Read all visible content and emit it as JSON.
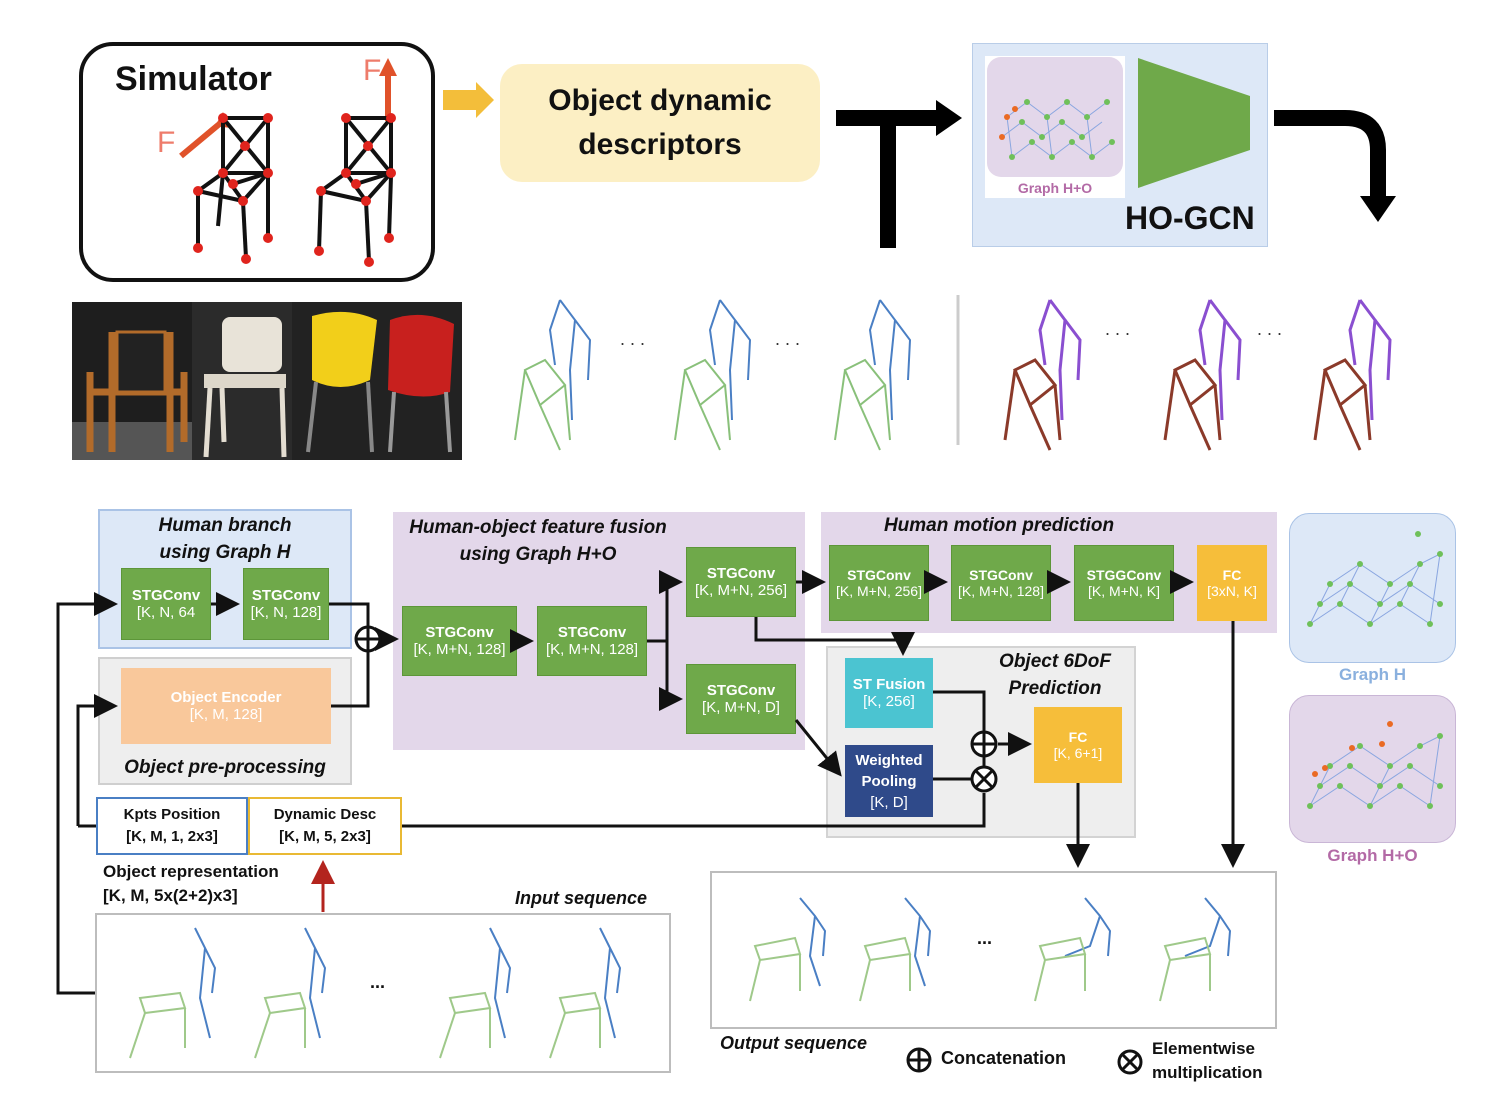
{
  "top": {
    "simulator_title": "Simulator",
    "force_label_left": "F",
    "force_label_right": "F",
    "descriptors_label_line1": "Object dynamic",
    "descriptors_label_line2": "descriptors",
    "graph_ho_inset_label": "Graph H+O",
    "hogcn_label": "HO-GCN",
    "ellipsis": ". . ."
  },
  "human_branch": {
    "title_line1": "Human branch",
    "title_line2": "using Graph H",
    "block1": {
      "name": "STGConv",
      "shape": "[K, N, 64"
    },
    "block2": {
      "name": "STGConv",
      "shape": "[K, N, 128]"
    }
  },
  "preprocessing": {
    "encoder_name": "Object Encoder",
    "encoder_shape": "[K, M, 128]",
    "title": "Object pre-processing"
  },
  "object_repr": {
    "kpts_name": "Kpts Position",
    "kpts_shape": "[K, M, 1, 2x3]",
    "dyn_name": "Dynamic Desc",
    "dyn_shape": "[K, M, 5, 2x3]",
    "label_line1": "Object representation",
    "label_line2": "[K, M, 5x(2+2)x3]"
  },
  "fusion": {
    "title_line1": "Human-object feature fusion",
    "title_line2": "using Graph H+O",
    "block1": {
      "name": "STGConv",
      "shape": "[K, M+N, 128]"
    },
    "block2": {
      "name": "STGConv",
      "shape": "[K, M+N, 128]"
    },
    "block3": {
      "name": "STGConv",
      "shape": "[K, M+N, 256]"
    },
    "block4": {
      "name": "STGConv",
      "shape": "[K, M+N, D]"
    }
  },
  "motion": {
    "title": "Human motion prediction",
    "block1": {
      "name": "STGConv",
      "shape": "[K, M+N, 256]"
    },
    "block2": {
      "name": "STGConv",
      "shape": "[K, M+N, 128]"
    },
    "block3": {
      "name": "STGGConv",
      "shape": "[K, M+N, K]"
    },
    "fc": {
      "name": "FC",
      "shape": "[3xN, K]"
    }
  },
  "object6dof": {
    "title_line1": "Object 6DoF",
    "title_line2": "Prediction",
    "st_fusion": {
      "name": "ST Fusion",
      "shape": "[K, 256]"
    },
    "pooling": {
      "name_line1": "Weighted",
      "name_line2": "Pooling",
      "shape": "[K, D]"
    },
    "fc": {
      "name": "FC",
      "shape": "[K, 6+1]"
    }
  },
  "graphs": {
    "graph_h": "Graph H",
    "graph_ho": "Graph H+O"
  },
  "sequences": {
    "input_label": "Input sequence",
    "output_label": "Output sequence",
    "ellipsis": "..."
  },
  "legend": {
    "concat": "Concatenation",
    "mult_line1": "Elementwise",
    "mult_line2": "multiplication"
  },
  "colors": {
    "green_block": "#6fa94a",
    "fc_yellow": "#f6be3a",
    "encoder_orange": "#f9c89b",
    "st_fusion_cyan": "#4bc4d1",
    "pooling_navy": "#2f4a8a",
    "human_panel": "#dde8f7",
    "fusion_panel": "#e3d7ea",
    "graph_ho_label": "#b36aa6",
    "graph_h_label": "#8ab0de"
  }
}
